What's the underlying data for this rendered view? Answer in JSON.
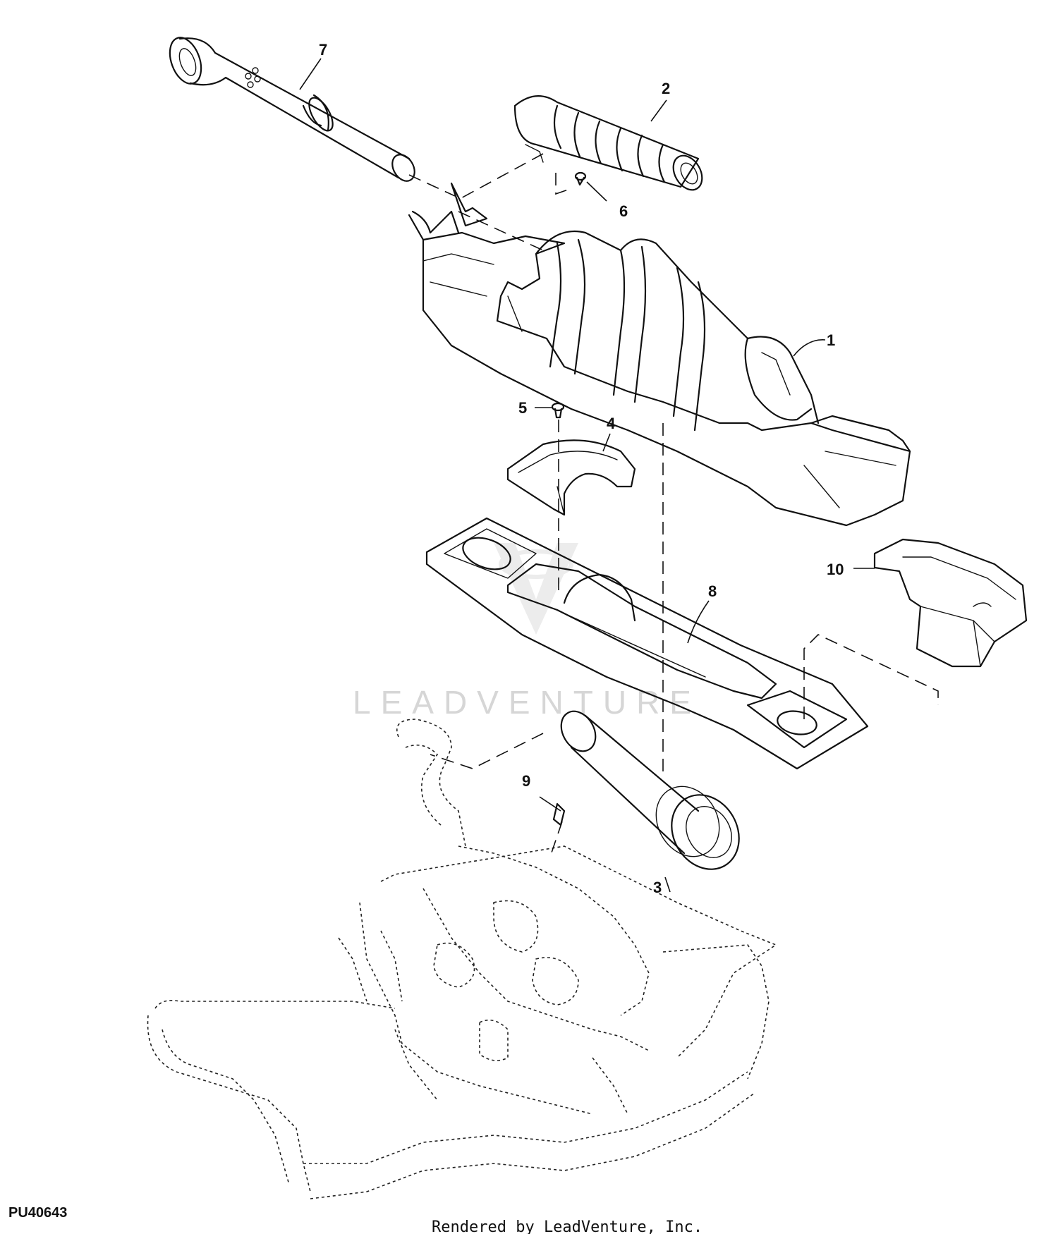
{
  "figure_id": "PU40643",
  "credit": "Rendered by LeadVenture, Inc.",
  "watermark": "LEADVENTURE",
  "callouts": [
    {
      "label": "1"
    },
    {
      "label": "2"
    },
    {
      "label": "3"
    },
    {
      "label": "4"
    },
    {
      "label": "5"
    },
    {
      "label": "6"
    },
    {
      "label": "7"
    },
    {
      "label": "8"
    },
    {
      "label": "9"
    },
    {
      "label": "10"
    }
  ]
}
